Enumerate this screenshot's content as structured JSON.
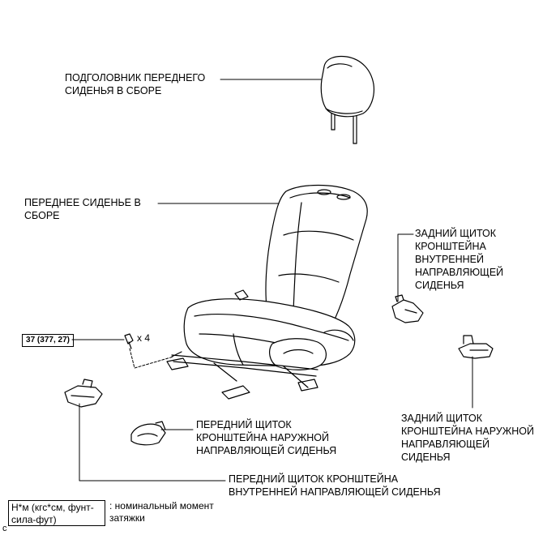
{
  "labels": {
    "front_headrest": "ПОДГОЛОВНИК ПЕРЕДНЕГО\nСИДЕНЬЯ В СБОРЕ",
    "front_seat": "ПЕРЕДНЕЕ СИДЕНЬЕ В\nСБОРЕ",
    "rear_inner_cover": "ЗАДНИЙ ЩИТОК\nКРОНШТЕЙНА\nВНУТРЕННЕЙ\nНАПРАВЛЯЮЩЕЙ\nСИДЕНЬЯ",
    "rear_outer_cover": "ЗАДНИЙ ЩИТОК\nКРОНШТЕЙНА НАРУЖНОЙ\nНАПРАВЛЯЮЩЕЙ\nСИДЕНЬЯ",
    "front_outer_cover": "ПЕРЕДНИЙ ЩИТОК\nКРОНШТЕЙНА НАРУЖНОЙ\nНАПРАВЛЯЮЩЕЙ СИДЕНЬЯ",
    "front_inner_cover": "ПЕРЕДНИЙ ЩИТОК КРОНШТЕЙНА\nВНУТРЕННЕЙ НАПРАВЛЯЮЩЕЙ СИДЕНЬЯ"
  },
  "torque": {
    "value": "37 (377, 27)",
    "quantity": "x 4"
  },
  "legend": {
    "unit_box": "Н*м (кгс*см, фунт-\nсила-фут)",
    "description": ": номинальный момент\nзатяжки"
  },
  "corner_mark": "c"
}
